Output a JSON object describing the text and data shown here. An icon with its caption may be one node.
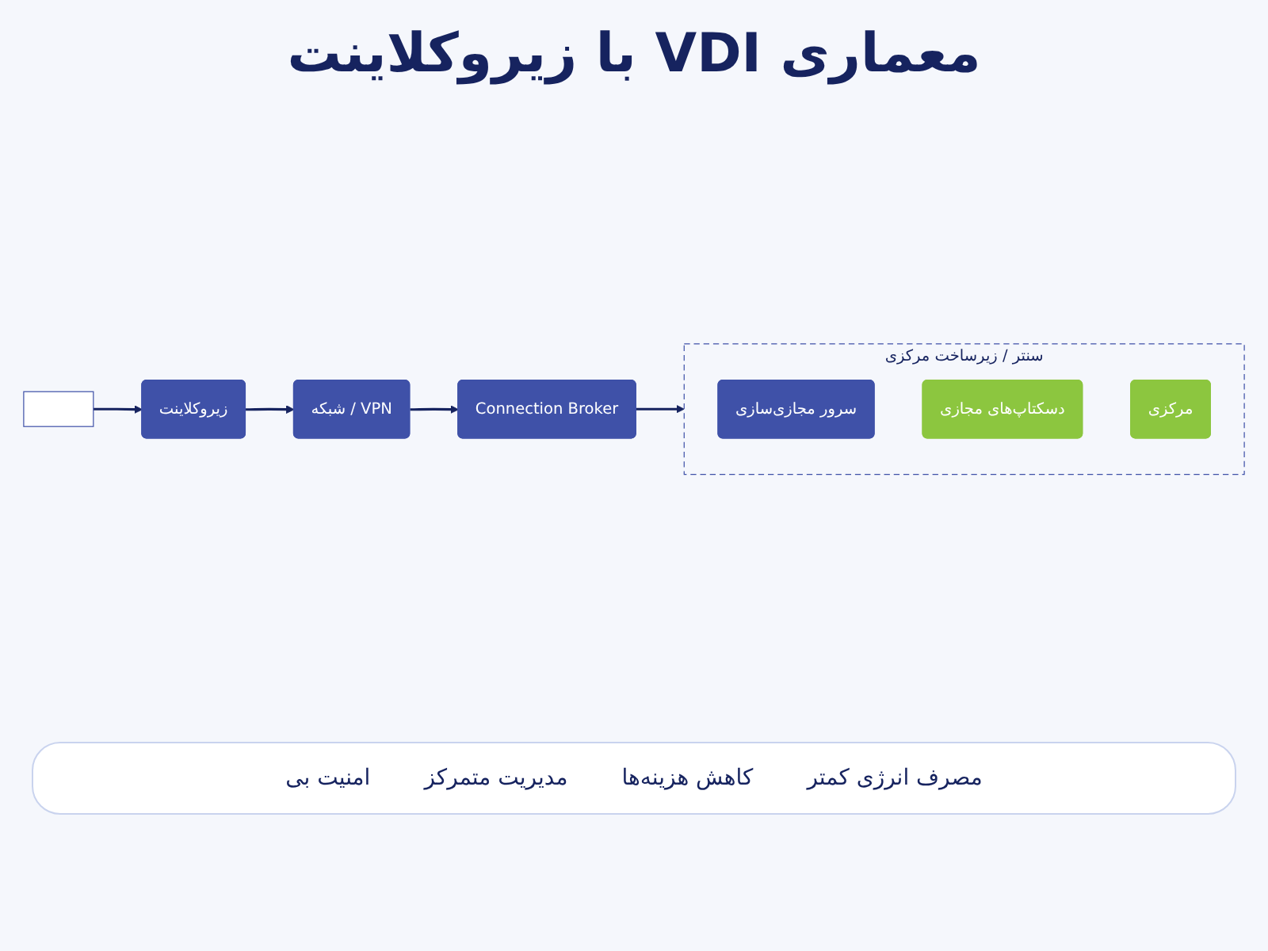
{
  "diagram": {
    "title": "معماری VDI با زیروکلاینت",
    "nodes": [
      {
        "text": [],
        "shape": "box"
      },
      {
        "text": [
          "زیروکلاینت"
        ]
      },
      {
        "text": [
          "شبکه / VPN"
        ]
      },
      {
        "text": [
          "Connection Broker"
        ]
      },
      {
        "text": [
          "سنتر / زیرساخت مرکزی"
        ]
      },
      {
        "text": [
          "سرور مجازی‌سازی"
        ],
        "in": 4
      },
      {
        "text": [
          "دسکتاپ‌های مجازی"
        ],
        "in": 4
      },
      {
        "text": [
          "مرکزی"
        ],
        "in": 4
      }
    ],
    "edges": [
      {
        "from": 0,
        "to": 1,
        "arrow": "to"
      },
      {
        "from": 1,
        "to": 2,
        "arrow": "to"
      },
      {
        "from": 2,
        "to": 3,
        "arrow": "to"
      },
      {
        "from": 3,
        "to": 4,
        "arrow": "to"
      }
    ],
    "labels": [
      "مصرف انرژی کمتر",
      "کاهش هزینه‌ها",
      "مدیریت متمرکز",
      "امنیت بی"
    ]
  }
}
